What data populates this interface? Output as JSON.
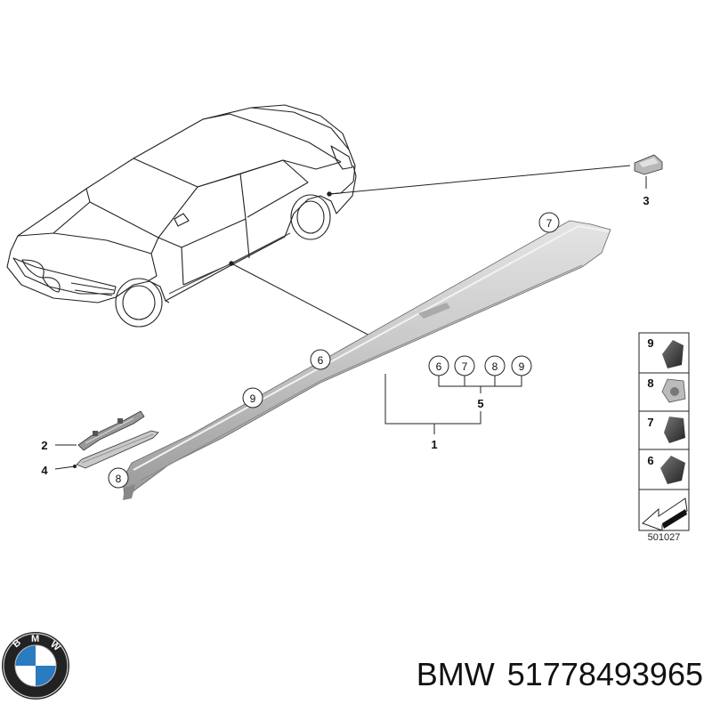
{
  "diagram": {
    "callouts": {
      "c1": "1",
      "c2": "2",
      "c3": "3",
      "c4": "4",
      "c5": "5",
      "circle_6a": "6",
      "circle_7a": "7",
      "circle_8a": "8",
      "circle_9a": "9",
      "circle_6_rail": "6",
      "circle_9_rail": "9",
      "circle_7_top": "7",
      "circle_8_left": "8"
    },
    "legend": [
      {
        "num": "9",
        "icon": "clip-icon"
      },
      {
        "num": "8",
        "icon": "clip-nut-icon"
      },
      {
        "num": "7",
        "icon": "clip-icon"
      },
      {
        "num": "6",
        "icon": "clip-icon"
      }
    ],
    "diagram_id": "501027"
  },
  "footer": {
    "brand": "BMW",
    "part_number": "51778493965"
  },
  "colors": {
    "line": "#1a1a1a",
    "rail_light": "#d8d8d8",
    "rail_mid": "#b5b5b5",
    "rail_dark": "#8c8c8c",
    "bmw_blue": "#2b7bc0",
    "bmw_black": "#222222"
  }
}
